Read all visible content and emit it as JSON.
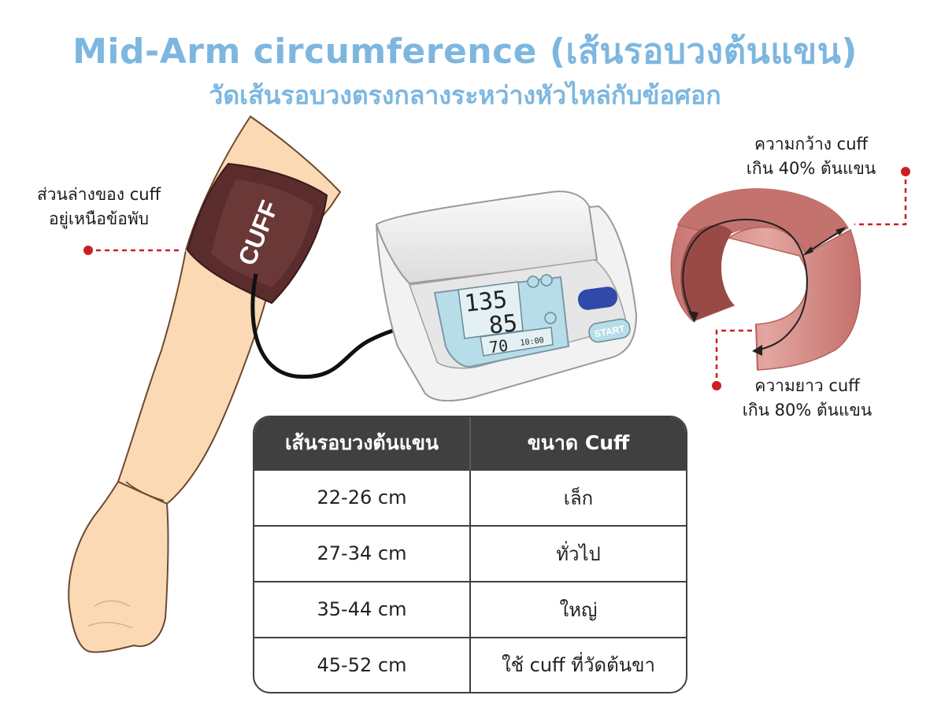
{
  "header": {
    "title": "Mid-Arm circumference (เส้นรอบวงต้นแขน)",
    "subtitle": "วัดเส้นรอบวงตรงกลางระหว่างหัวไหล่กับข้อศอก"
  },
  "annotations": {
    "cuff_position": [
      "ส่วนล่างของ cuff",
      "อยู่เหนือข้อพับ"
    ],
    "cuff_width": [
      "ความกว้าง cuff",
      "เกิน 40% ต้นแขน"
    ],
    "cuff_length": [
      "ความยาว cuff",
      "เกิน 80% ต้นแขน"
    ]
  },
  "cuff_label": "CUFF",
  "monitor": {
    "systolic": "135",
    "diastolic": "85",
    "pulse": "70",
    "time": "10:00",
    "start_label": "START"
  },
  "table": {
    "headers": [
      "เส้นรอบวงต้นแขน",
      "ขนาด Cuff"
    ],
    "rows": [
      [
        "22-26 cm",
        "เล็ก"
      ],
      [
        "27-34 cm",
        "ทั่วไป"
      ],
      [
        "35-44 cm",
        "ใหญ่"
      ],
      [
        "45-52 cm",
        "ใช้ cuff ที่วัดต้นขา"
      ]
    ]
  },
  "colors": {
    "title": "#7db7e0",
    "skin": "#fbd9b4",
    "cuff": "#5a2c2c",
    "cuff_ring": "#d1807c",
    "marker": "#cc1f24",
    "table_header": "#404040",
    "screen": "#b6dde8"
  }
}
